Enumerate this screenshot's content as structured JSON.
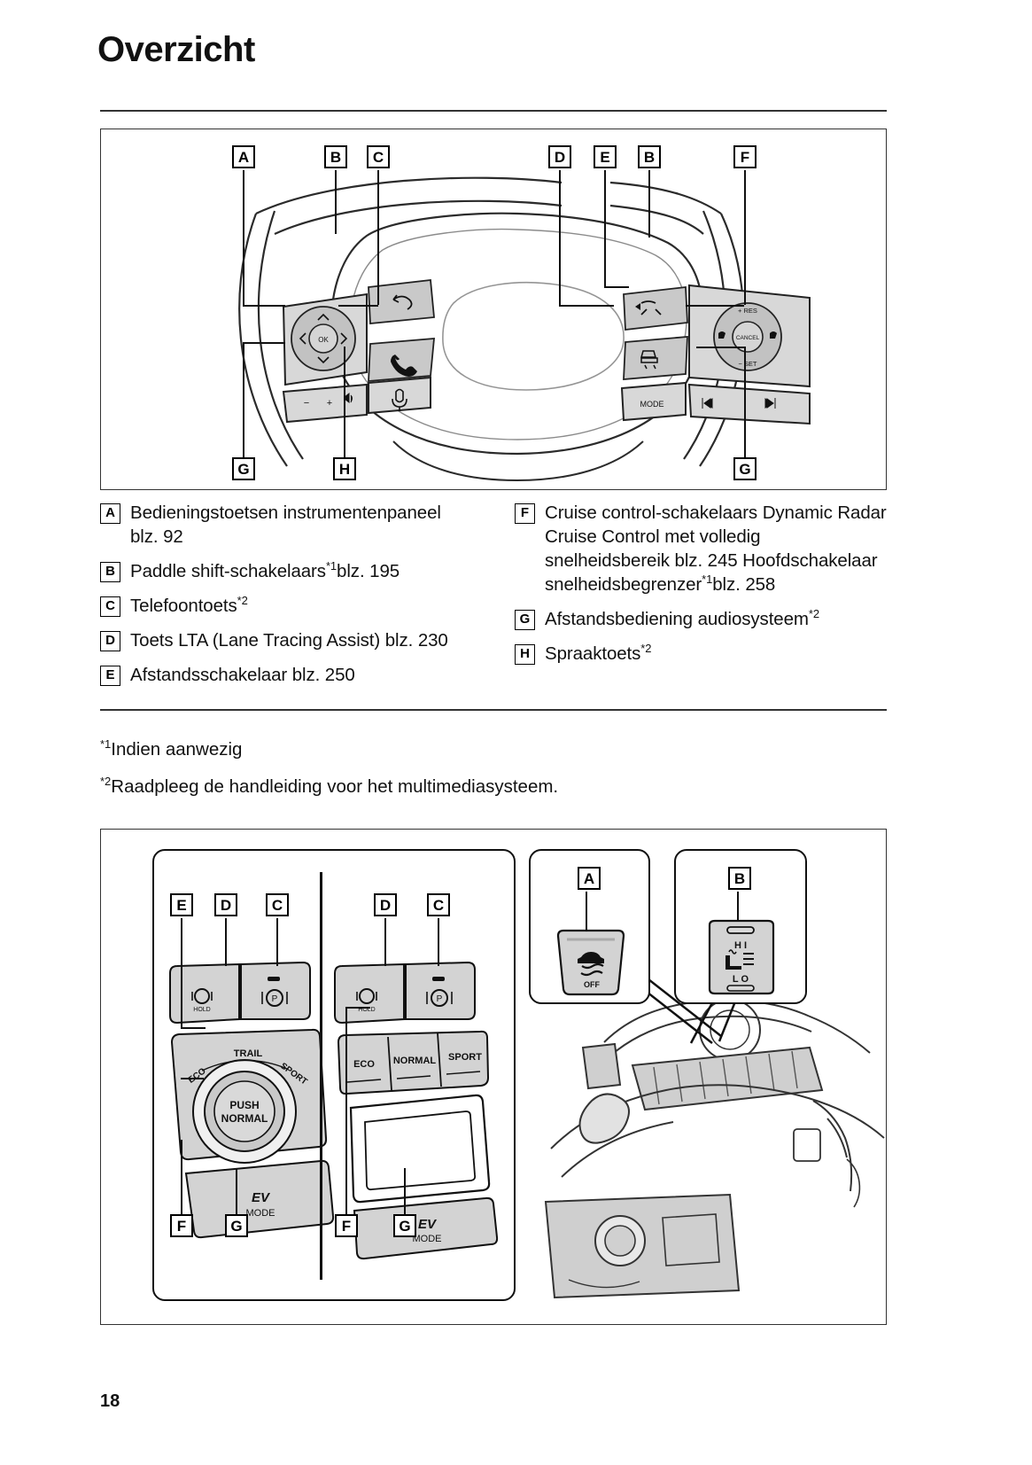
{
  "document": {
    "title": "Overzicht",
    "page_number": "18"
  },
  "figure_top": {
    "name": "steering-wheel-controls-diagram",
    "callouts_top": [
      "A",
      "B",
      "C",
      "D",
      "E",
      "B",
      "F"
    ],
    "callouts_bottom": [
      "G",
      "H",
      "G"
    ],
    "wheel_labels": {
      "ok": "OK",
      "res": "+ RES",
      "set": "− SET",
      "cancel": "CANCEL",
      "mode": "MODE"
    }
  },
  "legend": {
    "left": [
      {
        "letter": "A",
        "text": "Bedieningstoetsen instrumentenpaneel blz. 92"
      },
      {
        "letter": "B",
        "text": "Paddle shift-schakelaars",
        "sup": "*1",
        "tail": "blz. 195"
      },
      {
        "letter": "C",
        "text": "Telefoontoets",
        "sup": "*2",
        "tail": ""
      },
      {
        "letter": "D",
        "text": "Toets LTA (Lane Tracing Assist) blz. 230"
      },
      {
        "letter": "E",
        "text": "Afstandsschakelaar blz. 250"
      }
    ],
    "right": [
      {
        "letter": "F",
        "line1": "Cruise control-schakelaars",
        "line2": "Dynamic Radar Cruise Control met volledig snelheidsbereik blz. 245",
        "line3": "Hoofdschakelaar snelheidsbegrenzer",
        "sup": "*1",
        "tail": "blz. 258"
      },
      {
        "letter": "G",
        "text": "Afstandsbediening audiosysteem",
        "sup": "*2",
        "tail": ""
      },
      {
        "letter": "H",
        "text": "Spraaktoets",
        "sup": "*2",
        "tail": ""
      }
    ]
  },
  "footnotes": [
    {
      "marker": "*1",
      "text": "Indien aanwezig"
    },
    {
      "marker": "*2",
      "text": "Raadpleeg de handleiding voor het multimediasysteem."
    }
  ],
  "figure_bottom": {
    "name": "center-console-controls-diagram",
    "panel_left": {
      "callouts_top": [
        "E",
        "D",
        "C"
      ],
      "callouts_bottom": [
        "F",
        "G"
      ],
      "buttons": {
        "hold": "HOLD",
        "parking": "(P)",
        "trail": "TRAIL",
        "eco": "ECO",
        "sport": "SPORT",
        "push": "PUSH",
        "normal": "NORMAL",
        "ev": "EV",
        "ev_mode": "MODE"
      }
    },
    "panel_right": {
      "callouts_top": [
        "D",
        "C"
      ],
      "callouts_bottom": [
        "F",
        "G"
      ],
      "buttons": {
        "hold": "HOLD",
        "parking": "(P)",
        "eco": "ECO",
        "normal": "NORMAL",
        "sport": "SPORT",
        "ev": "EV",
        "ev_mode": "MODE"
      }
    },
    "bubble_a": {
      "callout": "A",
      "label": "OFF",
      "icon": "vsc-off-icon"
    },
    "bubble_b": {
      "callout": "B",
      "label_hi": "H I",
      "label_lo": "L O",
      "icon": "seat-heater-icon"
    }
  }
}
